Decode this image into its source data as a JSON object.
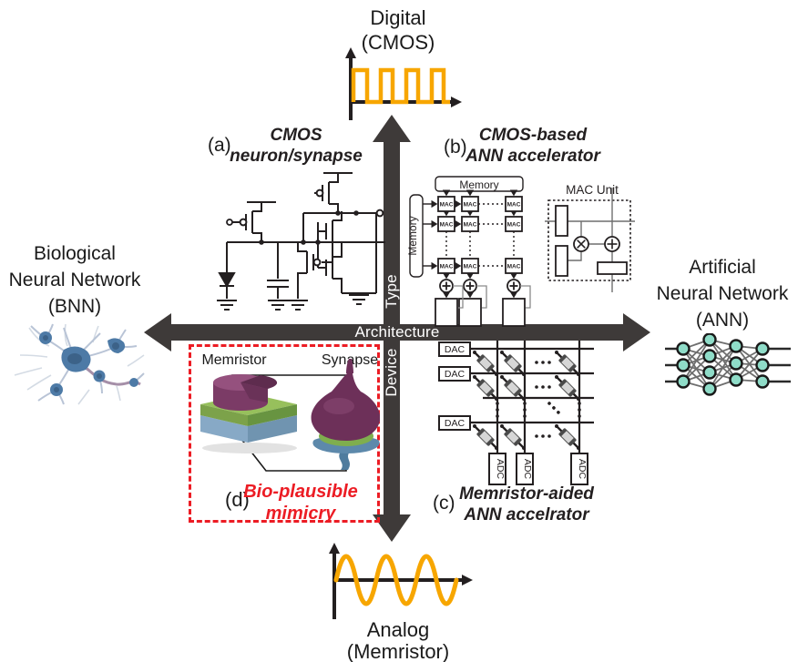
{
  "colors": {
    "axis_bar": "#3E3A39",
    "signal_wave": "#F7A600",
    "accent_red": "#EC1C24",
    "ann_node_fill": "#8FDCC8",
    "line_black": "#231F20"
  },
  "poles": {
    "top": {
      "line1": "Digital",
      "line2": "(CMOS)"
    },
    "bottom": {
      "line1": "Analog",
      "line2": "(Memristor)"
    },
    "left": {
      "line1": "Biological",
      "line2": "Neural Network",
      "line3": "(BNN)"
    },
    "right": {
      "line1": "Artificial",
      "line2": "Neural Network",
      "line3": "(ANN)"
    }
  },
  "axis": {
    "vertical_upper": "Type",
    "horizontal": "Architecture",
    "vertical_lower": "Device"
  },
  "quadrants": {
    "a": {
      "tag": "(a)",
      "title1": "CMOS",
      "title2": "neuron/synapse"
    },
    "b": {
      "tag": "(b)",
      "title1": "CMOS-based",
      "title2": "ANN accelerator",
      "memory_top": "Memory",
      "memory_left": "Memory",
      "mac": "MAC",
      "mac_unit": "MAC Unit"
    },
    "c": {
      "tag": "(c)",
      "title1": "Memristor-aided",
      "title2": "ANN accelrator",
      "dac": "DAC",
      "adc": "ADC"
    },
    "d": {
      "tag": "(d)",
      "memristor": "Memristor",
      "synapse": "Synapse",
      "caption1": "Bio-plausible",
      "caption2": "mimicry"
    }
  }
}
